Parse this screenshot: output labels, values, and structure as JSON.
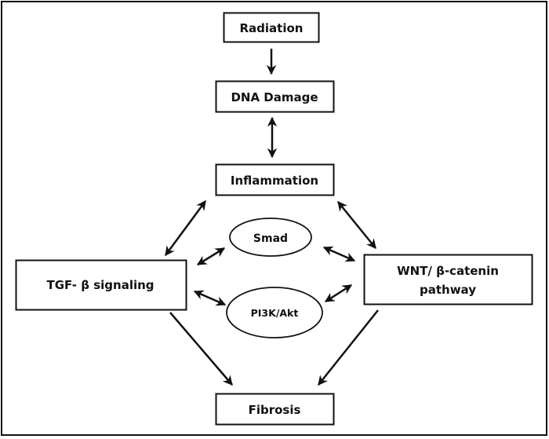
{
  "diagram": {
    "nodes": {
      "radiation": {
        "label": "Radiation",
        "shape": "rect"
      },
      "dna_damage": {
        "label": "DNA Damage",
        "shape": "rect"
      },
      "inflammation": {
        "label": "Inflammation",
        "shape": "rect"
      },
      "tgf_beta": {
        "label": "TGF- β signaling",
        "shape": "rect"
      },
      "wnt": {
        "label_line1": "WNT/ β-catenin",
        "label_line2": "pathway",
        "shape": "rect"
      },
      "smad": {
        "label": "Smad",
        "shape": "ellipse"
      },
      "pi3k": {
        "label": "PI3K/Akt",
        "shape": "ellipse"
      },
      "fibrosis": {
        "label": "Fibrosis",
        "shape": "rect"
      }
    },
    "edges": [
      {
        "from": "Radiation",
        "to": "DNA Damage",
        "direction": "one-way"
      },
      {
        "from": "DNA Damage",
        "to": "Inflammation",
        "direction": "two-way"
      },
      {
        "from": "Inflammation",
        "to": "TGF- β signaling",
        "direction": "two-way"
      },
      {
        "from": "Inflammation",
        "to": "WNT/ β-catenin pathway",
        "direction": "two-way"
      },
      {
        "from": "TGF- β signaling",
        "to": "Smad",
        "direction": "two-way"
      },
      {
        "from": "TGF- β signaling",
        "to": "PI3K/Akt",
        "direction": "two-way"
      },
      {
        "from": "Smad",
        "to": "WNT/ β-catenin pathway",
        "direction": "two-way"
      },
      {
        "from": "PI3K/Akt",
        "to": "WNT/ β-catenin pathway",
        "direction": "two-way"
      },
      {
        "from": "TGF- β signaling",
        "to": "Fibrosis",
        "direction": "one-way"
      },
      {
        "from": "WNT/ β-catenin pathway",
        "to": "Fibrosis",
        "direction": "one-way"
      }
    ],
    "colors": {
      "stroke": "#111111",
      "background": "#ffffff"
    }
  }
}
